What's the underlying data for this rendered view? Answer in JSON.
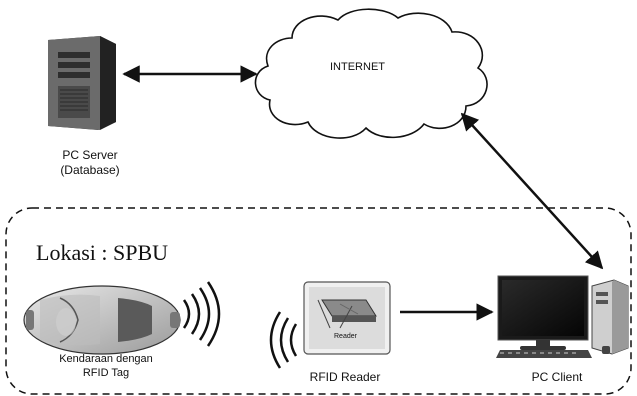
{
  "diagram": {
    "cloud_label": "INTERNET",
    "server_label_line1": "PC Server",
    "server_label_line2": "(Database)",
    "location_title": "Lokasi : SPBU",
    "car_label_line1": "Kendaraan dengan",
    "car_label_line2": "RFID Tag",
    "reader_device_text": "Reader",
    "reader_label": "RFID Reader",
    "client_label": "PC Client"
  }
}
